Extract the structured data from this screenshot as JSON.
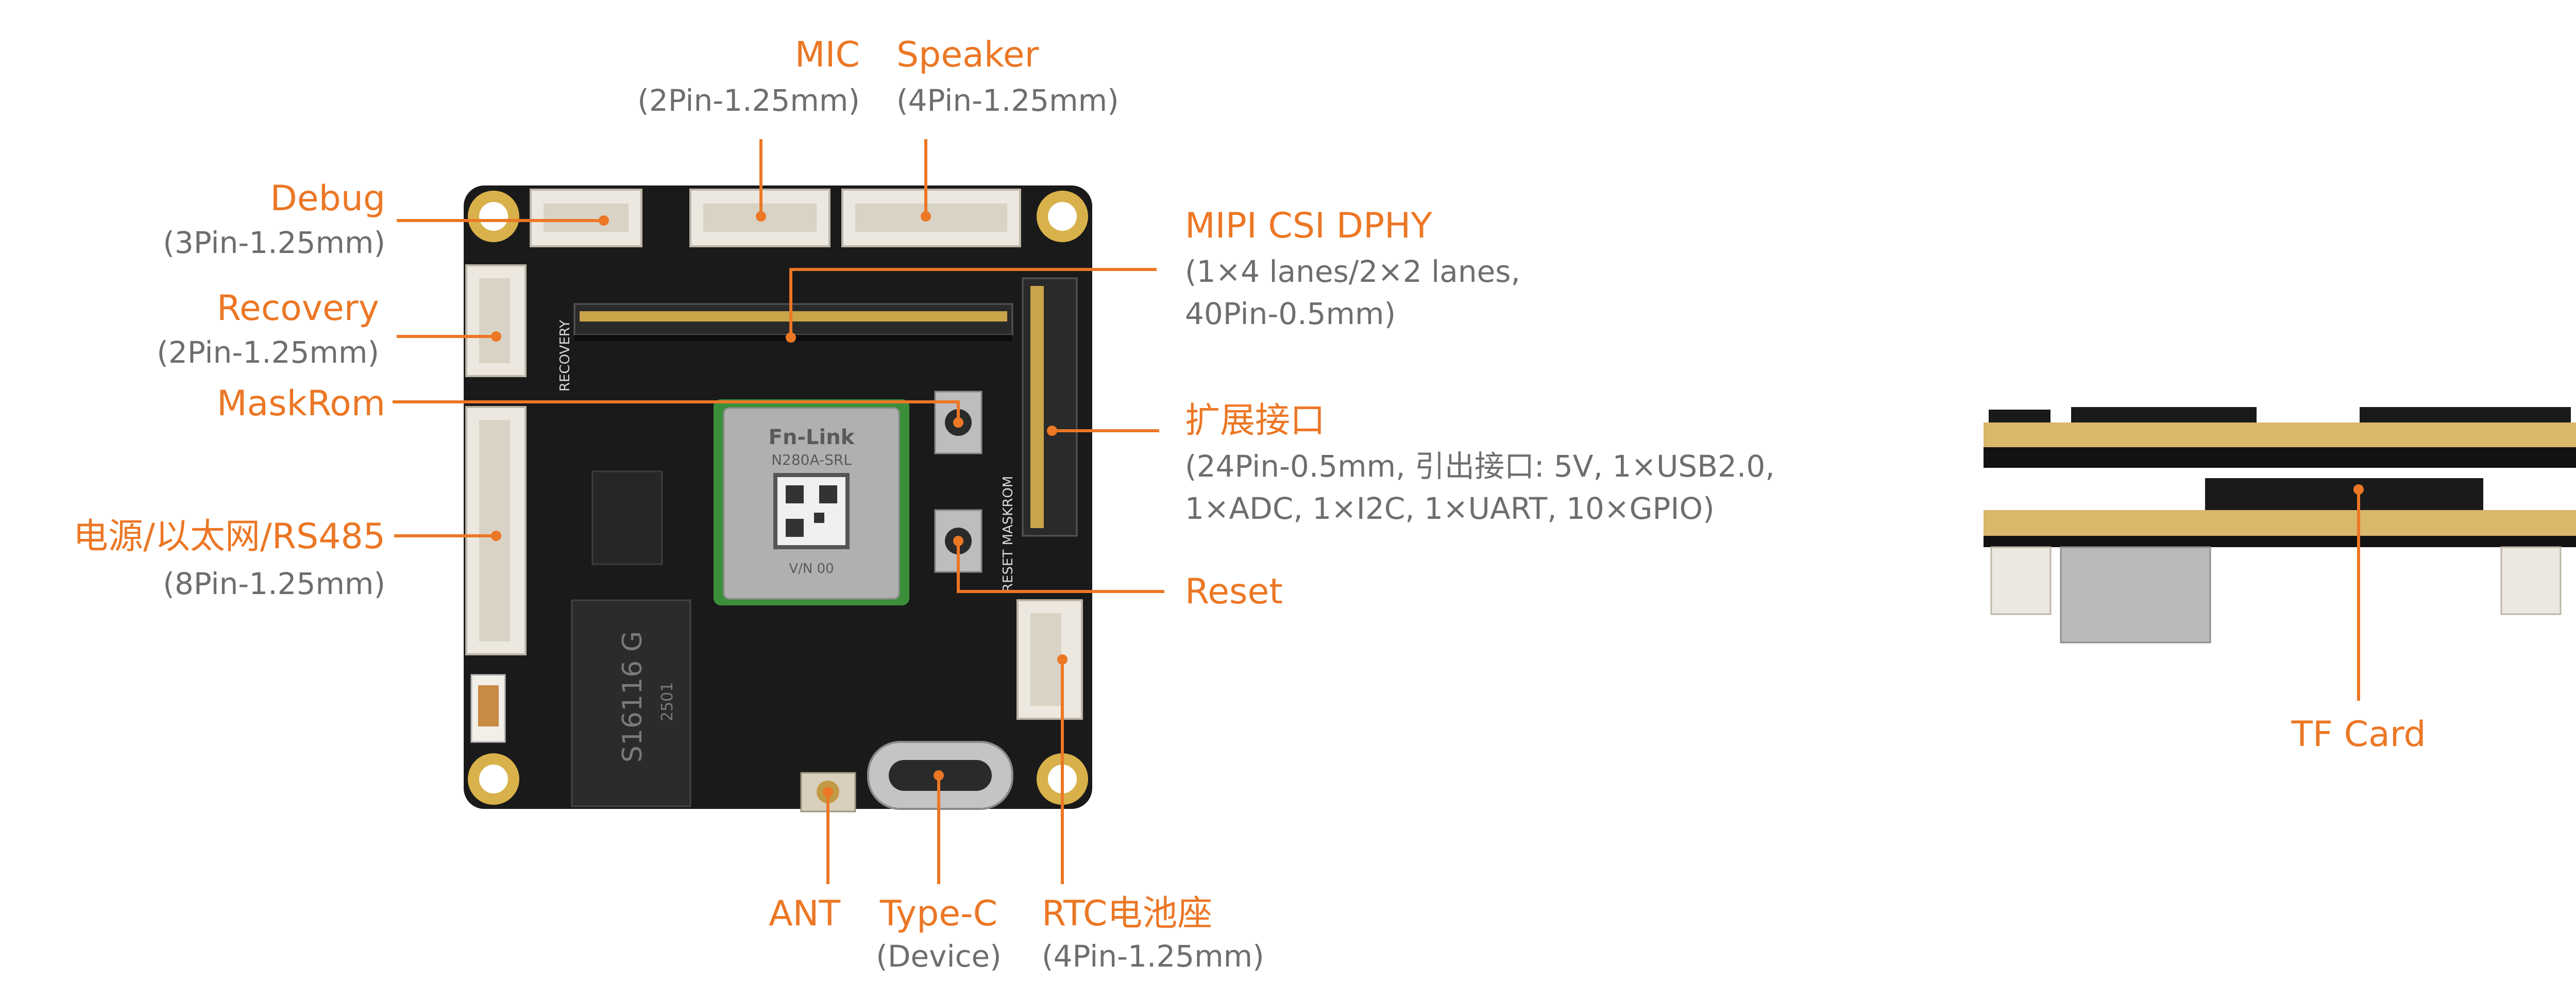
{
  "colors": {
    "accent": "#ec7725",
    "secondary_text": "#6e6e6e",
    "board": "#1a1a1a"
  },
  "labels": {
    "mic": {
      "title": "MIC",
      "spec": "(2Pin-1.25mm)"
    },
    "speaker": {
      "title": "Speaker",
      "spec": "(4Pin-1.25mm)"
    },
    "debug": {
      "title": "Debug",
      "spec": "(3Pin-1.25mm)"
    },
    "recovery": {
      "title": "Recovery",
      "spec": "(2Pin-1.25mm)"
    },
    "maskrom": {
      "title": "MaskRom"
    },
    "power": {
      "title": "电源/以太网/RS485",
      "spec": "(8Pin-1.25mm)"
    },
    "mipi": {
      "title": "MIPI CSI DPHY",
      "spec1": "(1×4 lanes/2×2 lanes,",
      "spec2": "40Pin-0.5mm)"
    },
    "expansion": {
      "title": "扩展接口",
      "spec1": "(24Pin-0.5mm, 引出接口: 5V, 1×USB2.0,",
      "spec2": "1×ADC, 1×I2C, 1×UART, 10×GPIO)"
    },
    "reset": {
      "title": "Reset"
    },
    "ant": {
      "title": "ANT"
    },
    "typec": {
      "title": "Type-C",
      "spec": "(Device)"
    },
    "rtc": {
      "title": "RTC电池座",
      "spec": "(4Pin-1.25mm)"
    },
    "tfcard": {
      "title": "TF Card"
    }
  },
  "board_text": {
    "module_brand": "Fn-Link",
    "module_model": "N280A-SRL",
    "module_sn": "V/N 00",
    "chip_top": "S16116 G",
    "chip_bottom": "2501",
    "silk_recovery": "RECOVERY",
    "silk_reset_maskrom": "RESET MASKROM"
  }
}
